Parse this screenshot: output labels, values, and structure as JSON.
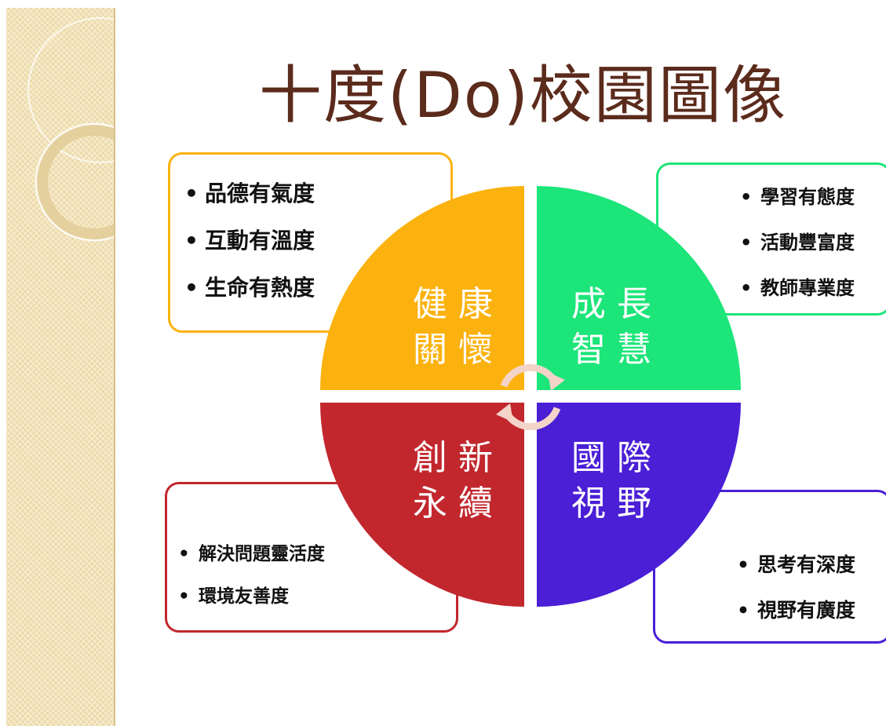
{
  "title": "十度(Do)校園圖像",
  "quadrants": {
    "top_left": {
      "color": "#fbb20f",
      "label": [
        "健康",
        "關懷"
      ],
      "items": [
        "品德有氣度",
        "互動有溫度",
        "生命有熱度"
      ]
    },
    "top_right": {
      "color": "#1ce579",
      "label": [
        "成長",
        "智慧"
      ],
      "items": [
        "學習有態度",
        "活動豐富度",
        "教師專業度"
      ]
    },
    "bottom_left": {
      "color": "#c1272d",
      "label": [
        "創新",
        "永續"
      ],
      "items": [
        "解決問題靈活度",
        "環境友善度"
      ]
    },
    "bottom_right": {
      "color": "#4a1fd6",
      "label": [
        "國際",
        "視野"
      ],
      "items": [
        "思考有深度",
        "視野有廣度"
      ]
    }
  },
  "colors": {
    "title": "#5b2b1c",
    "sidebar": "#f3e3b8",
    "cycle_arrows": "#f4d4c8"
  },
  "icons": {
    "center": "cycle-arrows-icon"
  }
}
